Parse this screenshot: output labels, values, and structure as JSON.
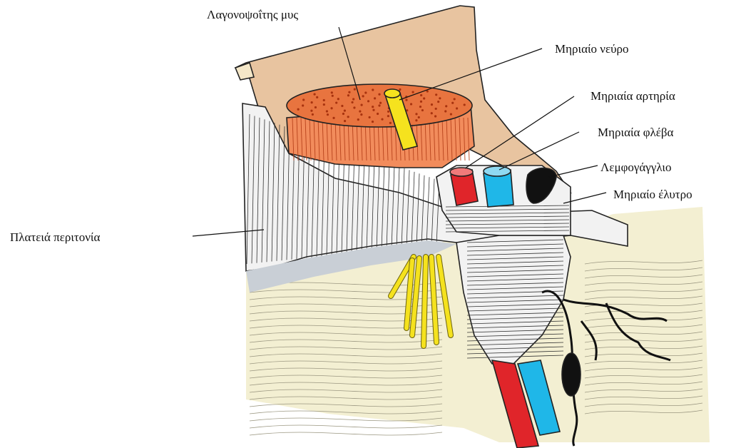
{
  "labels": {
    "iliopsoas": "Λαγονοψοΐτης μυς",
    "femoral_nerve": "Μηριαίο νεύρο",
    "femoral_artery": "Μηριαία αρτηρία",
    "femoral_vein": "Μηριαία φλέβα",
    "lymph_node": "Λεμφογάγγλιο",
    "femoral_sheath": "Μηριαίο έλυτρο",
    "fascia_lata": "Πλατειά περιτονία"
  },
  "colors": {
    "muscle": "#f28c5c",
    "muscle_top": "#e8743f",
    "skin": "#e8c4a0",
    "nerve": "#f5e21e",
    "artery": "#e0252a",
    "vein": "#1fb7e8",
    "lymph": "#111111",
    "fascia": "#f2f2f2",
    "thigh": "#f3efd2",
    "shade": "#c9cfd6"
  }
}
